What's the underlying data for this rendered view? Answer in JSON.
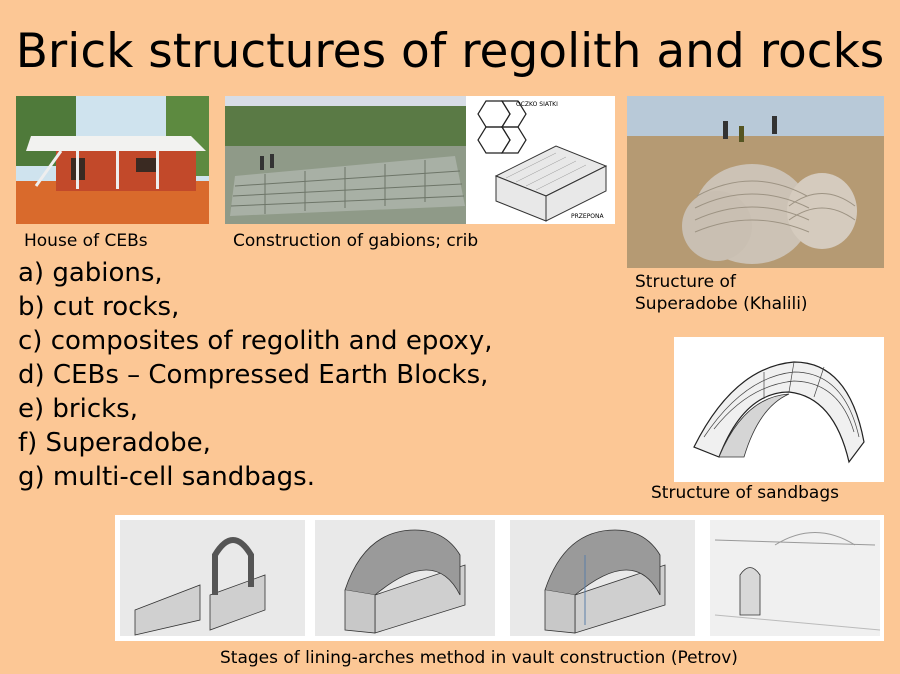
{
  "slide": {
    "title": "Brick structures of regolith and rocks",
    "background": "#fcc795",
    "images": [
      {
        "id": "house-cebs",
        "caption": "House of CEBs"
      },
      {
        "id": "gabions",
        "caption": "Construction of gabions; crib"
      },
      {
        "id": "gabion-diagram",
        "labels": [
          "OCZKO SIATKI",
          "PRZEPONA"
        ]
      },
      {
        "id": "superadobe",
        "caption": "Structure of Superadobe (Khalili)"
      },
      {
        "id": "sandbags",
        "caption": "Structure of sandbags"
      },
      {
        "id": "lining-arches",
        "caption": "Stages of lining-arches method in vault construction (Petrov)"
      }
    ],
    "captions": {
      "house": "House of CEBs",
      "gabions": "Construction of gabions; crib",
      "superadobe_line1": "Structure of",
      "superadobe_line2": "Superadobe (Khalili)",
      "sandbags": "Structure of sandbags",
      "stages": "Stages of lining-arches method in vault construction (Petrov)"
    },
    "diagram_labels": {
      "mesh": "OCZKO SIATKI",
      "partition": "PRZEPONA"
    },
    "list": [
      "a) gabions,",
      "b) cut rocks,",
      "c) composites of regolith and epoxy,",
      "d) CEBs – Compressed Earth Blocks,",
      "e) bricks,",
      "f) Superadobe,",
      "g) multi-cell sandbags."
    ]
  }
}
